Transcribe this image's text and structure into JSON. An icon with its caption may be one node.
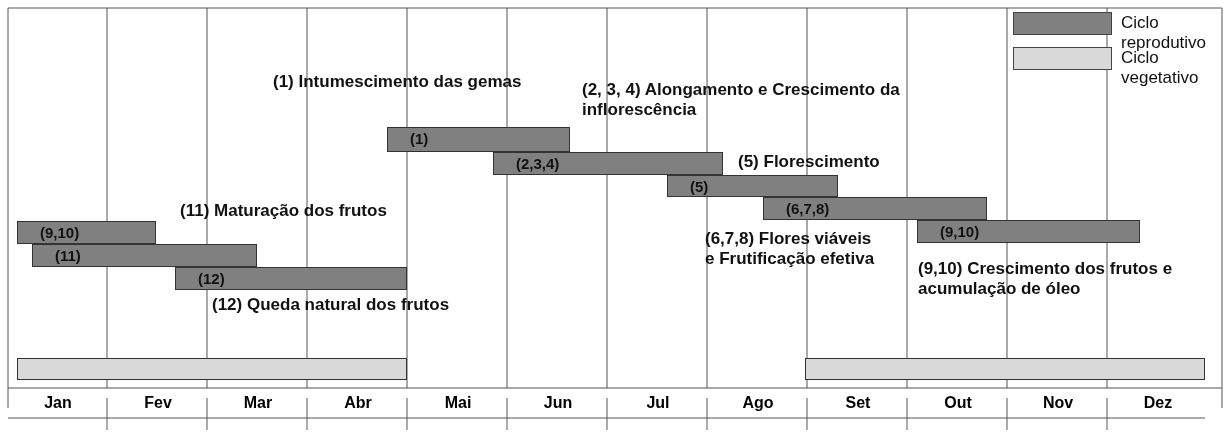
{
  "diagram": {
    "nodes": [
      {
        "text": [
          "(9,10)"
        ]
      },
      {
        "text": [
          "(11)"
        ]
      },
      {
        "text": [
          "(12)"
        ]
      },
      {
        "text": [
          "(1)"
        ]
      },
      {
        "text": [
          "(2,3,4)"
        ]
      },
      {
        "text": [
          "(5)"
        ]
      },
      {
        "text": [
          "(6,7,8)"
        ]
      },
      {
        "text": [
          "(9,10)"
        ]
      },
      {
        "text": [],
        "shape": "bar"
      },
      {
        "text": [],
        "shape": "bar"
      }
    ],
    "edges": [],
    "labels": [
      "(1) Intumescimento das gemas",
      "(2, 3, 4) Alongamento e Crescimento da inflorescência",
      "(5) Florescimento",
      "(11) Maturação dos frutos",
      "(6,7,8) Flores viáveis e Frutificação efetiva",
      "(9,10) Crescimento dos frutos e acumulação de óleo",
      "(12) Queda natural dos frutos",
      "Jan",
      "Fev",
      "Mar",
      "Abr",
      "Mai",
      "Jun",
      "Jul",
      "Ago",
      "Set",
      "Out",
      "Nov",
      "Dez"
    ],
    "legend": [
      {
        "text": "Ciclo reprodutivo",
        "color": "#808080"
      },
      {
        "text": "Ciclo vegetativo",
        "color": "#d9d9d9"
      }
    ]
  }
}
